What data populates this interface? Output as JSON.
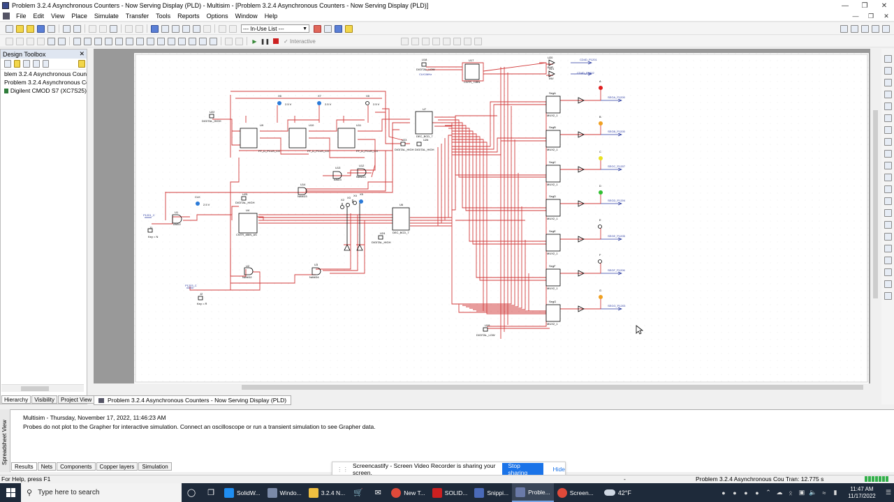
{
  "window": {
    "title": "Problem 3.2.4 Asynchronous Counters - Now Serving Display (PLD) - Multisim - [Problem 3.2.4 Asynchronous Counters - Now Serving Display (PLD)]"
  },
  "menu": [
    "File",
    "Edit",
    "View",
    "Place",
    "Simulate",
    "Transfer",
    "Tools",
    "Reports",
    "Options",
    "Window",
    "Help"
  ],
  "toolbar": {
    "in_use_list": "--- In-Use List ---",
    "interactive_label": "Interactive"
  },
  "design_toolbox": {
    "title": "Design Toolbox",
    "items": [
      "blem 3.2.4 Asynchronous Counte",
      "Problem 3.2.4 Asynchronous Co",
      "Digilent CMOD S7 (XC7S25)"
    ],
    "tabs": [
      "Hierarchy",
      "Visibility",
      "Project View"
    ]
  },
  "document_tab": "Problem 3.2.4 Asynchronous Counters - Now Serving Display (PLD)",
  "schematic": {
    "labels": {
      "u18": "U18",
      "u18_type": "DIGITAL_LOW",
      "clk1mhz": "CLK1MHz",
      "u17": "U17",
      "u17_type": "CNTR_74BN",
      "u20": "U20",
      "u20_type": "BUF",
      "u21": "U21",
      "u21_type": "INV",
      "out1": "CD4D_P1201",
      "out2": "CD4D_P1202",
      "x6": "X6",
      "x7": "X7",
      "x8": "X8",
      "v25": "2.5 V",
      "u22": "U22",
      "u22_type": "DIGITAL_HIGH",
      "u9": "U9",
      "u10": "U10",
      "u11": "U11",
      "ff_type": "FF_D_PCLR_CO",
      "u7": "U7",
      "u7_type": "DEC_BCD_7",
      "u23": "U23",
      "u26": "U26",
      "digital_high": "DIGITAL_HIGH",
      "u13": "U13",
      "u13_type": "AND3",
      "u12": "U12",
      "u12_type": "NAND3",
      "u14": "U14",
      "u14_type": "NAND3",
      "u25": "U25",
      "u25_type": "DIGITAL_HIGH",
      "clk": "CLK",
      "u1": "U1",
      "u1_type": "AND2",
      "u4": "U4",
      "u4_type": "CNTR_4BIN_AS",
      "pin_clk": "P1201_C",
      "j1": "J1",
      "key_n": "Key = N",
      "x2": "X2",
      "x3": "X3",
      "x4": "X4",
      "x5": "X5",
      "u6": "U6",
      "u6_type": "DEC_BCD_7",
      "u24": "U24",
      "u24_type": "DIGITAL_HIGH",
      "u2": "U2",
      "u2_type": "NAND2",
      "u3": "U3",
      "u3_type": "NAND4",
      "pin_clr": "P1203_C",
      "j2": "J2",
      "key_r": "Key = R",
      "u19": "U19",
      "u19_type": "DIGITAL_LOW",
      "mux_type": "MUX2_1",
      "segments": [
        {
          "name": "SegA",
          "probe": "A",
          "pin": "SEGA_P1200",
          "color": "#e02020"
        },
        {
          "name": "SegB",
          "probe": "B",
          "pin": "SEGB_P1200",
          "color": "#f0a020"
        },
        {
          "name": "SegC",
          "probe": "C",
          "pin": "SEGC_P1207",
          "color": "#e8e020"
        },
        {
          "name": "SegD",
          "probe": "D",
          "pin": "SEGD_P1204",
          "color": "#30c030"
        },
        {
          "name": "SegE",
          "probe": "E",
          "pin": "SEGE_P1205",
          "color": ""
        },
        {
          "name": "SegF",
          "probe": "F",
          "pin": "SEGF_P1206",
          "color": ""
        },
        {
          "name": "SegG",
          "probe": "G",
          "pin": "SEGG_P1203",
          "color": "#f0a020"
        }
      ]
    }
  },
  "spreadsheet": {
    "side_label": "Spreadsheet View",
    "line1": "Multisim  -  Thursday, November 17, 2022, 11:46:23 AM",
    "line2": "Probes do not plot to the Grapher for interactive simulation. Connect an oscilloscope or run a transient simulation to see Grapher data.",
    "tabs": [
      "Results",
      "Nets",
      "Components",
      "Copper layers",
      "Simulation"
    ]
  },
  "screencastify": {
    "message": "Screencastify - Screen Video Recorder is sharing your screen.",
    "stop": "Stop sharing",
    "hide": "Hide"
  },
  "status": {
    "left": "For Help, press F1",
    "dash": "-",
    "right": "Problem 3.2.4 Asynchronous Cou  Tran: 12.775 s"
  },
  "taskbar": {
    "search_placeholder": "Type here to search",
    "apps": [
      {
        "label": "SolidW...",
        "color": "#1f8ef1"
      },
      {
        "label": "Windo...",
        "color": "#7a8aa8"
      },
      {
        "label": "3.2.4 N...",
        "color": "#f0c040"
      },
      {
        "label": "New T...",
        "color": "#e04a3a"
      },
      {
        "label": "SOLID...",
        "color": "#cc2020"
      },
      {
        "label": "Snippi...",
        "color": "#4a6ab8"
      },
      {
        "label": "Proble...",
        "color": "#6a7aa8"
      },
      {
        "label": "Screen...",
        "color": "#e04a3a"
      }
    ],
    "weather": "42°F",
    "time": "11:47 AM",
    "date": "11/17/2022"
  }
}
